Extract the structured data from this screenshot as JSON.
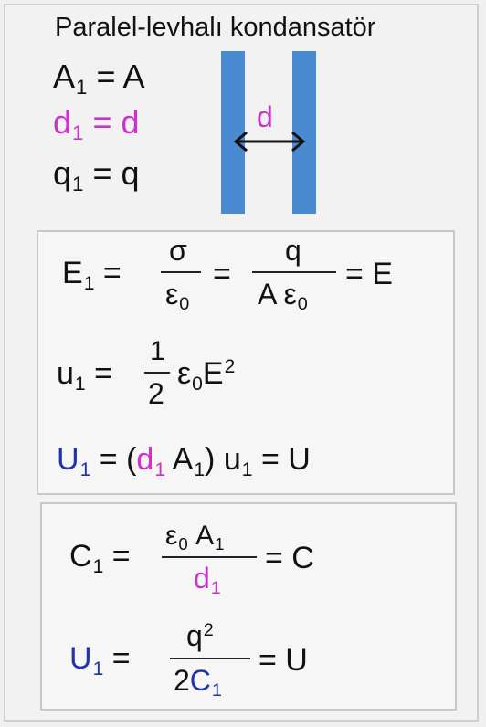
{
  "title": "Paralel-levhalı kondansatör",
  "givens": {
    "a_base": "A",
    "a_sub": "1",
    "a_rhs": "= A",
    "d_base": "d",
    "d_sub": "1",
    "d_rhs": "= d",
    "q_base": "q",
    "q_sub": "1",
    "q_rhs": "= q"
  },
  "diagram": {
    "gap_label": "d",
    "plate_color": "#4a8ad0"
  },
  "box1": {
    "e_base": "E",
    "e_sub": "1",
    "e_eq": "=",
    "f1_num": "σ",
    "f1_den": "ε",
    "f1_den_sub": "0",
    "eq2": "=",
    "f2_num": "q",
    "f2_den": "A  ε",
    "f2_den_sub": "0",
    "e_rhs": "= E",
    "u_base": "u",
    "u_sub": "1",
    "u_eq": "=",
    "half_num": "1",
    "half_den": "2",
    "u_eps": "ε",
    "u_eps_sub": "0",
    "u_E": "E",
    "u_sup": "2",
    "U_base": "U",
    "U_sub": "1",
    "U_eq": "=",
    "U_open": "(",
    "U_d": "d",
    "U_d_sub": "1",
    "U_A": "A",
    "U_A_sub": "1",
    "U_close": ")",
    "U_u": "u",
    "U_u_sub": "1",
    "U_rhs": "= U"
  },
  "box2": {
    "c_base": "C",
    "c_sub": "1",
    "c_eq": "=",
    "cf_num": "ε",
    "cf_num_sub": "0",
    "cf_num_A": "A",
    "cf_num_A_sub": "1",
    "cf_den": "d",
    "cf_den_sub": "1",
    "c_rhs": "= C",
    "U_base": "U",
    "U_sub": "1",
    "U_eq": "=",
    "uf_num": "q",
    "uf_num_sup": "2",
    "uf_den_2": "2",
    "uf_den_C": "C",
    "uf_den_sub": "1",
    "U_rhs": "= U"
  },
  "colors": {
    "magenta": "#cc33cc",
    "blue": "#2233aa"
  }
}
